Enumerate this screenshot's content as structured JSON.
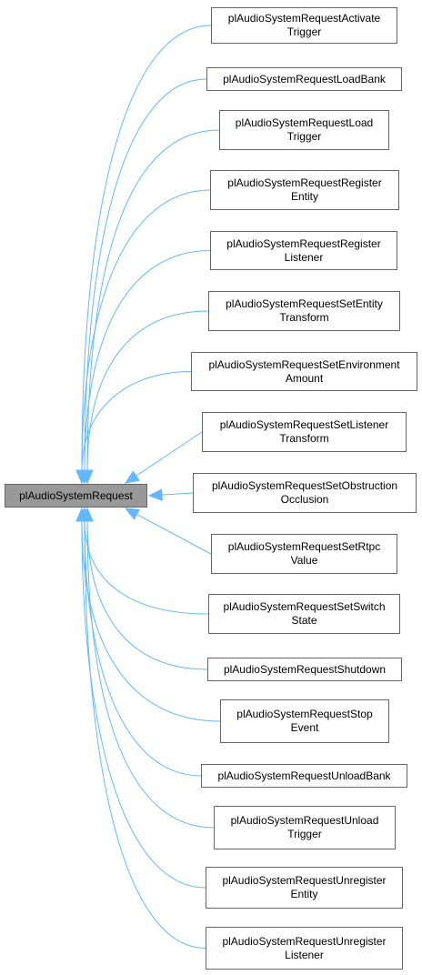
{
  "diagram": {
    "type": "inheritance-graph",
    "edge_color": "#63b8ff",
    "root_fill": "#999999",
    "node_border": "#666666",
    "root": {
      "label": "plAudioSystemRequest"
    },
    "children": [
      {
        "label": "plAudioSystemRequestActivate\nTrigger"
      },
      {
        "label": "plAudioSystemRequestLoadBank"
      },
      {
        "label": "plAudioSystemRequestLoad\nTrigger"
      },
      {
        "label": "plAudioSystemRequestRegister\nEntity"
      },
      {
        "label": "plAudioSystemRequestRegister\nListener"
      },
      {
        "label": "plAudioSystemRequestSetEntity\nTransform"
      },
      {
        "label": "plAudioSystemRequestSetEnvironment\nAmount"
      },
      {
        "label": "plAudioSystemRequestSetListener\nTransform"
      },
      {
        "label": "plAudioSystemRequestSetObstruction\nOcclusion"
      },
      {
        "label": "plAudioSystemRequestSetRtpc\nValue"
      },
      {
        "label": "plAudioSystemRequestSetSwitch\nState"
      },
      {
        "label": "plAudioSystemRequestShutdown"
      },
      {
        "label": "plAudioSystemRequestStop\nEvent"
      },
      {
        "label": "plAudioSystemRequestUnloadBank"
      },
      {
        "label": "plAudioSystemRequestUnload\nTrigger"
      },
      {
        "label": "plAudioSystemRequestUnregister\nEntity"
      },
      {
        "label": "plAudioSystemRequestUnregister\nListener"
      }
    ]
  }
}
